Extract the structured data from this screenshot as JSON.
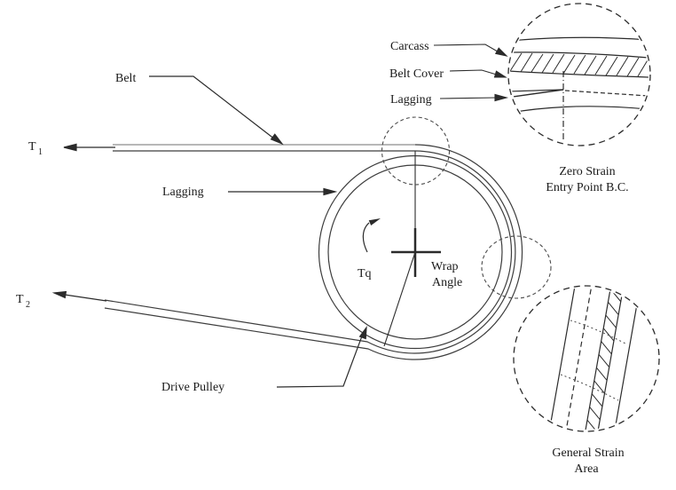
{
  "diagram": {
    "belt_label": "Belt",
    "t1": {
      "base": "T",
      "sub": "1"
    },
    "t2": {
      "base": "T",
      "sub": "2"
    },
    "lagging_label": "Lagging",
    "torque_label": "Tq",
    "wrap_angle": {
      "line1": "Wrap",
      "line2": "Angle"
    },
    "drive_pulley_label": "Drive Pulley"
  },
  "inset_entry": {
    "carcass_label": "Carcass",
    "belt_cover_label": "Belt Cover",
    "lagging_label": "Lagging",
    "caption": {
      "line1": "Zero Strain",
      "line2": "Entry Point B.C."
    }
  },
  "inset_exit": {
    "caption": {
      "line1": "General Strain",
      "line2": "Area"
    }
  },
  "colors": {
    "line": "#3d3d3d",
    "belt_top": "#8e8e8e",
    "text": "#1a1a1a",
    "background": "#ffffff"
  }
}
